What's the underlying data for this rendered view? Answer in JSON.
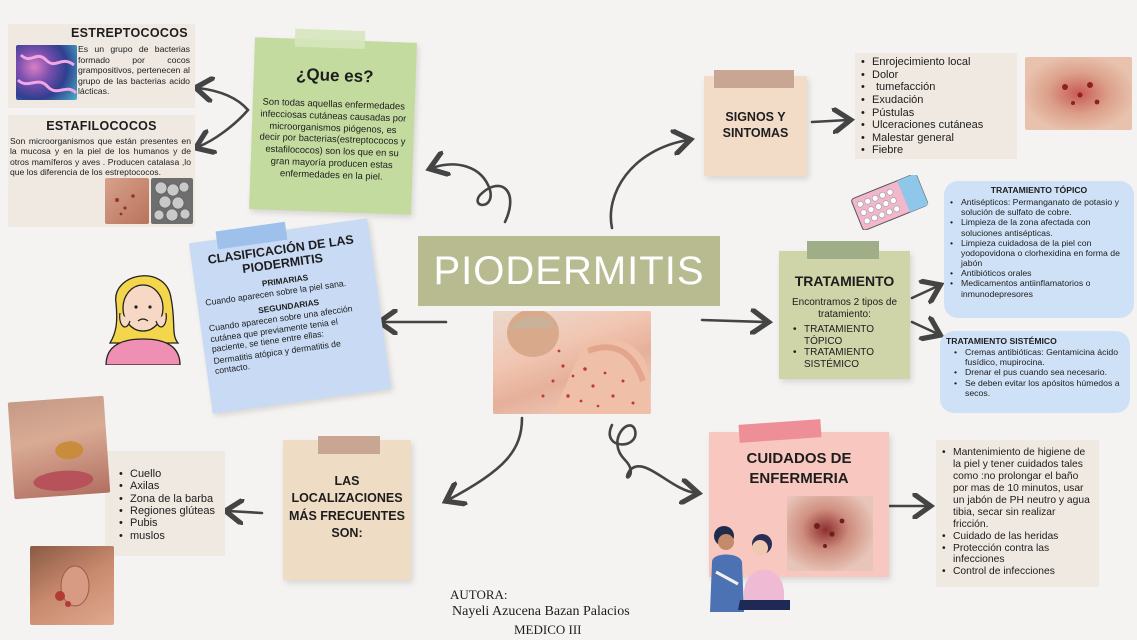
{
  "central": {
    "title": "PIODERMITIS"
  },
  "que_es": {
    "title": "¿Que es?",
    "text": "Son todas aquellas enfermedades infecciosas cutáneas causadas por microorganismos piógenos, es decir por bacterias(estreptococos y estafilococos) son los que en su gran mayoría producen estas enfermedades en la piel."
  },
  "estreptococos": {
    "title": "ESTREPTOCOCOS",
    "text": "Es un grupo de bacterias formado por cocos grampositivos, pertenecen al grupo de las bacterias acido lácticas."
  },
  "estafilococos": {
    "title": "ESTAFILOCOCOS",
    "text": "Son microorganismos que están presentes en la mucosa y en la piel de los humanos y de otros mamíferos y aves . Producen catalasa ,lo que los diferencia de los estreptococos."
  },
  "clasificacion": {
    "title": "CLASIFICACIÓN DE LAS PIODERMITIS",
    "primarias_title": "PRIMARIAS",
    "primarias_text": "Cuando aparecen sobre la piel sana.",
    "secundarias_title": "SEGUNDARIAS",
    "secundarias_text": "Cuando aparecen sobre una afección cutánea que previamente tenia el paciente, se tiene entre ellas:",
    "secundarias_examples": "Dermatitis atópica y dermatitis de contacto."
  },
  "signos": {
    "title": "SIGNOS Y SINTOMAS",
    "items": [
      "Enrojecimiento local",
      "Dolor",
      "tumefacción",
      "Exudación",
      "Pústulas",
      "Ulceraciones cutáneas",
      "Malestar general",
      "Fiebre"
    ]
  },
  "tratamiento": {
    "title": "TRATAMIENTO",
    "intro": "Encontramos 2 tipos de tratamiento:",
    "items": [
      "TRATAMIENTO TÓPICO",
      "TRATAMIENTO SISTÉMICO"
    ]
  },
  "topico": {
    "title": "TRATAMIENTO TÓPICO",
    "items": [
      "Antisépticos: Permanganato de potasio y solución de sulfato de cobre.",
      "Limpieza de la zona afectada con soluciones antisépticas.",
      "Limpieza cuidadosa de la piel con yodopovidona o clorhexidina en forma de jabón",
      "Antibióticos orales",
      "Medicamentos antiinflamatorios o inmunodepresores"
    ]
  },
  "sistemico": {
    "title": "TRATAMIENTO SISTÉMICO",
    "items": [
      "Cremas antibióticas: Gentamicina ácido fusídico, mupirocina.",
      "Drenar el pus cuando sea necesario.",
      "Se deben evitar los apósitos húmedos a secos."
    ]
  },
  "localizaciones": {
    "title": "LAS LOCALIZACIONES MÁS FRECUENTES SON:",
    "items": [
      "Cuello",
      "Axilas",
      "Zona de la barba",
      "Regiones glúteas",
      "Pubis",
      "muslos"
    ]
  },
  "cuidados": {
    "title": "CUIDADOS DE ENFERMERIA",
    "items": [
      "Mantenimiento de higiene de la piel y tener cuidados tales como :no prolongar el baño por mas de 10 minutos, usar un jabón de PH neutro y agua tibia, secar sin realizar fricción.",
      "Cuidado de las heridas",
      "Protección contra las infecciones",
      "Control de infecciones"
    ]
  },
  "author": {
    "label": "AUTORA:",
    "name": "Nayeli Azucena Bazan Palacios",
    "role": "MEDICO III"
  },
  "colors": {
    "central": "#b7bb8f",
    "que_es": "#c4dba0",
    "clasificacion": "#c8daf4",
    "signos": "#f2dcc8",
    "tratamiento": "#cfd4a9",
    "topico": "#cfe1f7",
    "localizaciones": "#efdcc4",
    "cuidados": "#f8c8c0",
    "box": "#efe9e2",
    "arrow": "#4a4a4a"
  }
}
